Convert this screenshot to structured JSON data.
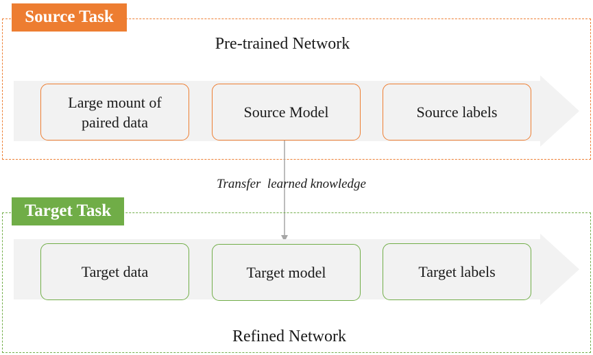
{
  "source_task": {
    "label": "Source Task",
    "network_title": "Pre-trained Network",
    "nodes": [
      {
        "label_line1": "Large mount of",
        "label_line2": "paired data"
      },
      {
        "label": "Source Model"
      },
      {
        "label": "Source labels"
      }
    ]
  },
  "target_task": {
    "label": "Target Task",
    "network_title": "Refined Network",
    "nodes": [
      {
        "label": "Target data"
      },
      {
        "label": "Target model"
      },
      {
        "label": "Target labels"
      }
    ]
  },
  "transfer": {
    "label": "Transfer  learned knowledge"
  },
  "colors": {
    "source_accent": "#ed7d31",
    "target_accent": "#70ad47",
    "band_fill": "#f2f2f2",
    "connector": "#a6a6a6"
  }
}
